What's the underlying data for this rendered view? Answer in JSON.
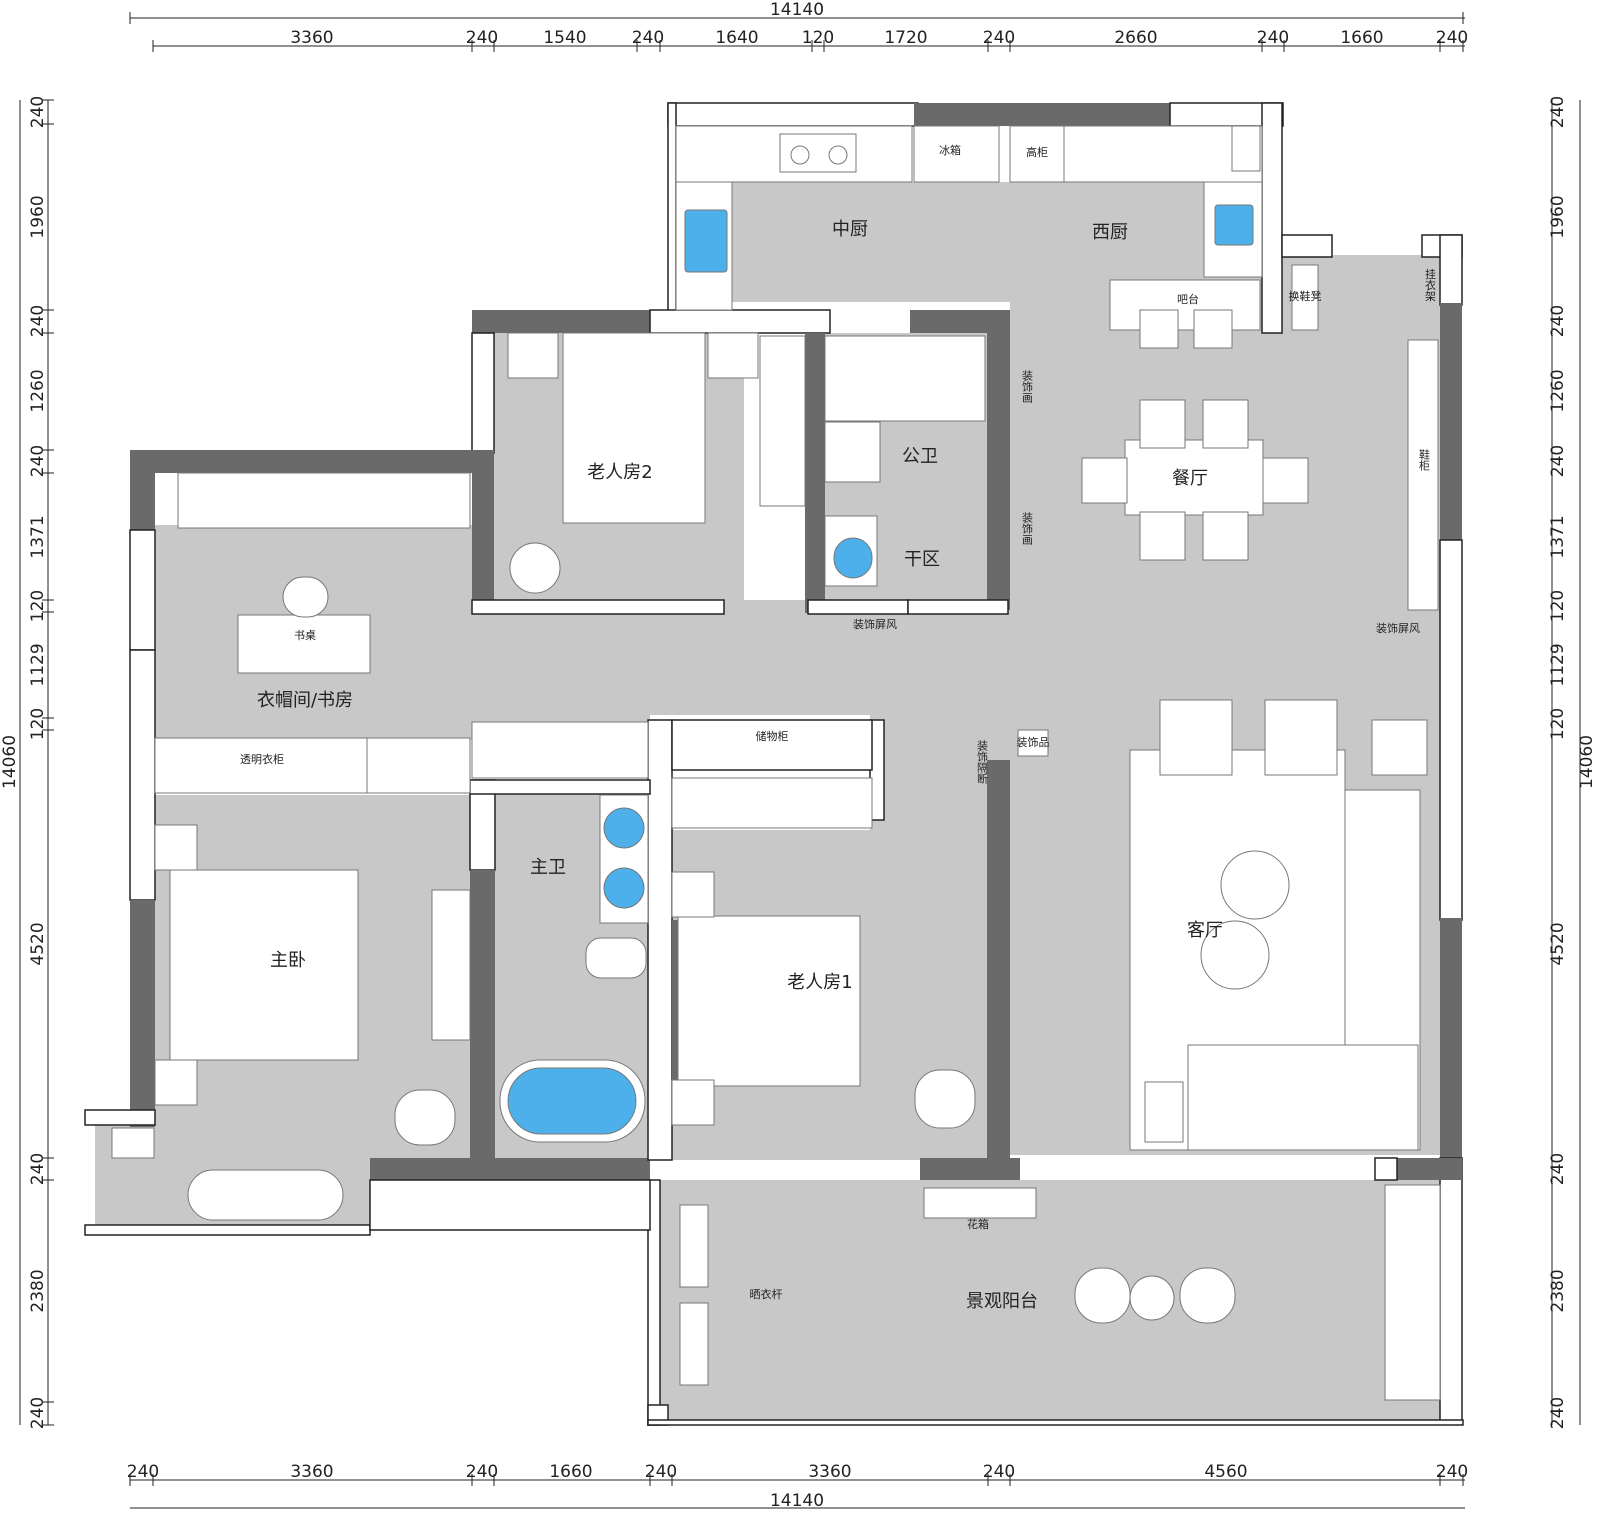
{
  "dimensions": {
    "top_total": "14140",
    "top": [
      "3360",
      "240",
      "1540",
      "240",
      "1640",
      "120",
      "1720",
      "240",
      "2660",
      "240",
      "1660",
      "240"
    ],
    "bottom": [
      "240",
      "3360",
      "240",
      "1660",
      "240",
      "3360",
      "240",
      "4560",
      "240"
    ],
    "bottom_total": "14140",
    "side": [
      "240",
      "1960",
      "240",
      "1260",
      "240",
      "1371",
      "120",
      "1129",
      "120",
      "4520",
      "240",
      "2380",
      "240"
    ],
    "side_total": "14060"
  },
  "rooms": {
    "chinese_kitchen": "中厨",
    "western_kitchen": "西厨",
    "elder_room2": "老人房2",
    "public_bath": "公卫",
    "dry_area": "干区",
    "dining": "餐厅",
    "study": "衣帽间/书房",
    "master_bedroom": "主卧",
    "master_bath": "主卫",
    "elder_room1": "老人房1",
    "living": "客厅",
    "balcony": "景观阳台"
  },
  "labels": {
    "fridge": "冰箱",
    "tall_cabinet": "高柜",
    "bar": "吧台",
    "shoe_bench": "换鞋凳",
    "coat_rack": "挂衣架",
    "shoe_cabinet": "鞋柜",
    "deco_painting_1": "装饰画",
    "deco_painting_2": "装饰画",
    "desk": "书桌",
    "transparent_wardrobe": "透明衣柜",
    "storage_cabinet": "储物柜",
    "deco_screen_1": "装饰屏风",
    "deco_screen_2": "装饰屏风",
    "ornament": "装饰品",
    "deco_partition": "装饰隔断",
    "planter": "花箱",
    "drying_rack": "晒衣杆"
  }
}
